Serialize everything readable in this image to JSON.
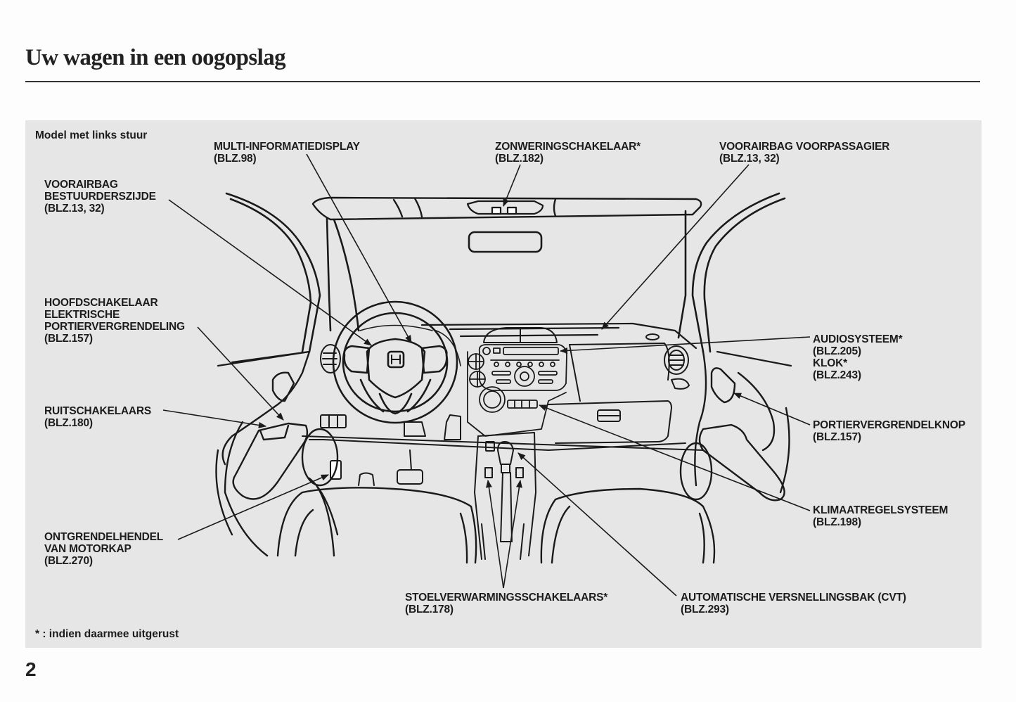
{
  "header": {
    "title": "Uw wagen in een oogopslag"
  },
  "panel": {
    "model_label": "Model met links stuur",
    "callouts": {
      "driver_airbag": {
        "lines": [
          "VOORAIRBAG",
          "BESTUURDERSZIJDE",
          "(BLZ.13, 32)"
        ]
      },
      "multi_info_display": {
        "lines": [
          "MULTI-INFORMATIEDISPLAY",
          "(BLZ.98)"
        ]
      },
      "sunshade_switch": {
        "lines": [
          "ZONWERINGSCHAKELAAR*",
          "(BLZ.182)"
        ]
      },
      "passenger_airbag": {
        "lines": [
          "VOORAIRBAG VOORPASSAGIER",
          "(BLZ.13, 32)"
        ]
      },
      "master_door_lock": {
        "lines": [
          "HOOFDSCHAKELAAR",
          "ELEKTRISCHE",
          "PORTIERVERGRENDELING",
          "(BLZ.157)"
        ]
      },
      "window_switches": {
        "lines": [
          "RUITSCHAKELAARS",
          "(BLZ.180)"
        ]
      },
      "hood_release": {
        "lines": [
          "ONTGRENDELHENDEL",
          "VAN MOTORKAP",
          "(BLZ.270)"
        ]
      },
      "audio_clock": {
        "lines": [
          "AUDIOSYSTEEM*",
          "(BLZ.205)",
          "KLOK*",
          "(BLZ.243)"
        ]
      },
      "door_lock_knob": {
        "lines": [
          "PORTIERVERGRENDELKNOP",
          "(BLZ.157)"
        ]
      },
      "climate_control": {
        "lines": [
          "KLIMAATREGELSYSTEEM",
          "(BLZ.198)"
        ]
      },
      "seat_heater_switches": {
        "lines": [
          "STOELVERWARMINGSSCHAKELAARS*",
          "(BLZ.178)"
        ]
      },
      "cvt_transmission": {
        "lines": [
          "AUTOMATISCHE VERSNELLINGSBAK (CVT)",
          "(BLZ.293)"
        ]
      }
    },
    "footnote": "* : indien daarmee uitgerust"
  },
  "footer": {
    "page_number": "2"
  },
  "colors": {
    "panel_background": "#e6e6e6",
    "line_art": "#1a1a1a"
  }
}
